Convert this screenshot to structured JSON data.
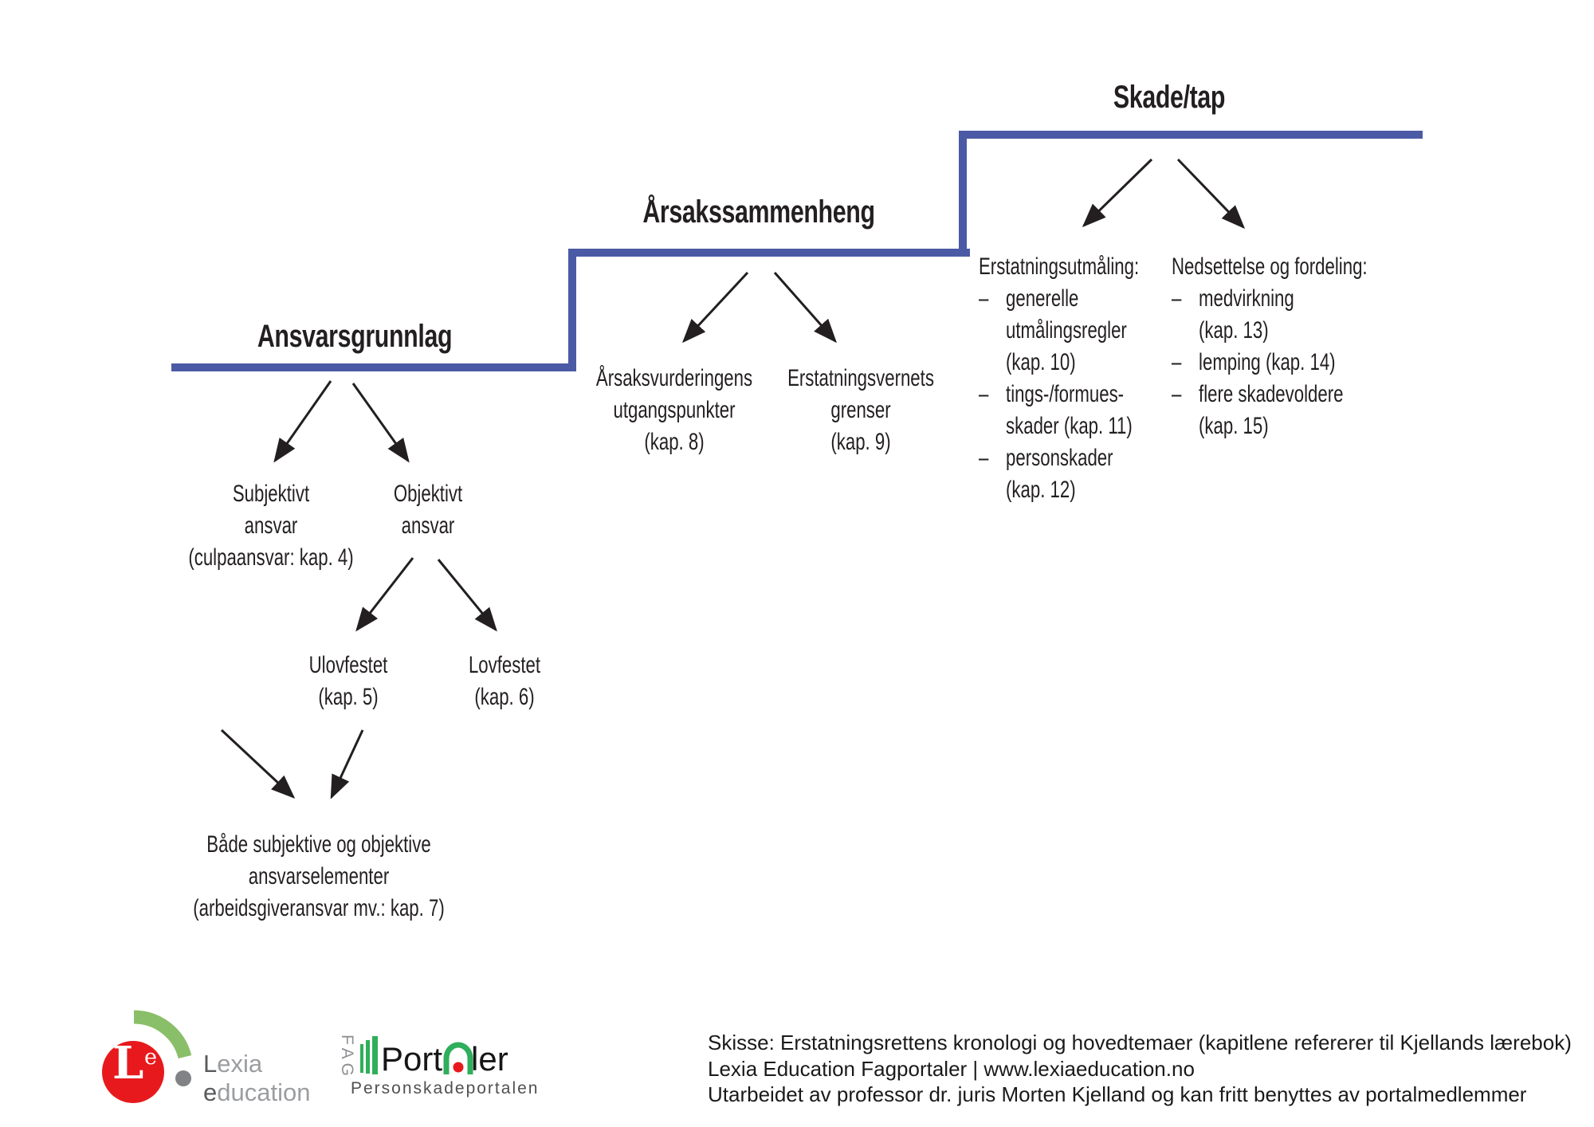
{
  "colors": {
    "accent_blue": "#4b5aa5",
    "ink": "#231f20",
    "logo_green": "#2fae5b",
    "logo_light_green": "#8abf69",
    "logo_red": "#e8191c",
    "logo_gray": "#8d8f92"
  },
  "headers": {
    "ansvarsgrunnlag": "Ansvarsgrunnlag",
    "arsakssammenheng": "Årsakssammenheng",
    "skade_tap": "Skade/tap"
  },
  "nodes": {
    "subjektivt": [
      "Subjektivt",
      "ansvar",
      "(culpaansvar: kap. 4)"
    ],
    "objektivt": [
      "Objektivt",
      "ansvar"
    ],
    "ulovfestet": [
      "Ulovfestet",
      "(kap. 5)"
    ],
    "lovfestet": [
      "Lovfestet",
      "(kap. 6)"
    ],
    "kombinert": [
      "Både subjektive og objektive",
      "ansvarselementer",
      "(arbeidsgiveransvar mv.: kap. 7)"
    ],
    "arsaksvurdering": [
      "Årsaksvurderingens",
      "utgangspunkter",
      "(kap. 8)"
    ],
    "erstatningsvern": [
      "Erstatningsvernets",
      "grenser",
      "(kap. 9)"
    ]
  },
  "lists": {
    "utmaling": {
      "title": "Erstatningsutmåling:",
      "bullet": "–",
      "items": [
        [
          "generelle",
          "utmålingsregler",
          "(kap. 10)"
        ],
        [
          "tings-/formues-",
          "skader (kap. 11)"
        ],
        [
          "personskader",
          "(kap. 12)"
        ]
      ]
    },
    "nedsettelse": {
      "title": "Nedsettelse og fordeling:",
      "bullet": "–",
      "items": [
        [
          "medvirkning",
          "(kap. 13)"
        ],
        [
          "lemping (kap. 14)"
        ],
        [
          "flere skadevoldere",
          "(kap. 15)"
        ]
      ]
    }
  },
  "footer": {
    "lexia": {
      "monogram": "L",
      "monogram_sup": "e",
      "line1_initial": "L",
      "line1_rest": "exia",
      "line2_initial": "e",
      "line2_rest": "ducation"
    },
    "fagportaler": {
      "vertical_label": "FAG",
      "name_part1": "Port",
      "name_part2": "ler",
      "subtitle": "Personskadeportalen"
    },
    "credits": [
      "Skisse: Erstatningsrettens kronologi og hovedtemaer (kapitlene refererer til Kjellands lærebok)",
      "Lexia Education Fagportaler | www.lexiaeducation.no",
      "Utarbeidet av professor dr. juris Morten Kjelland og kan fritt benyttes av portalmedlemmer"
    ]
  }
}
